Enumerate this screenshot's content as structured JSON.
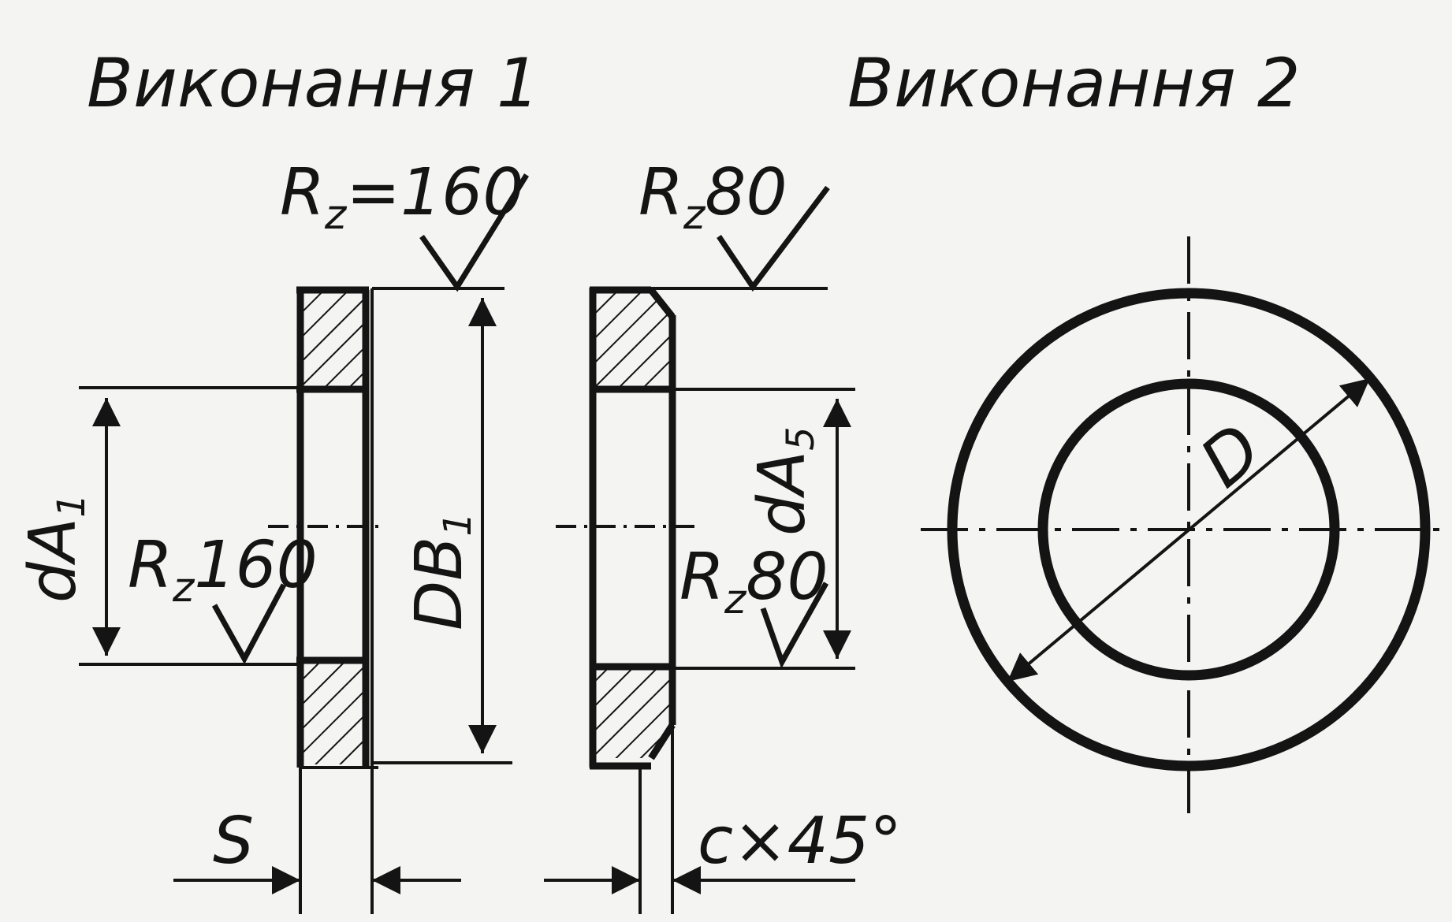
{
  "titles": {
    "variant_1": "Виконання 1",
    "variant_2": "Виконання 2"
  },
  "variant_1": {
    "roughness_top": {
      "symbol": "R",
      "sub": "z",
      "value": "=160"
    },
    "roughness_bore": {
      "symbol": "R",
      "sub": "z",
      "value": "160"
    },
    "bore_dim": {
      "base": "dA",
      "sub": "1"
    },
    "outer_dim": {
      "base": "DB",
      "sub": "1"
    },
    "thickness_dim": "S"
  },
  "variant_2": {
    "roughness_top": {
      "symbol": "R",
      "sub": "z",
      "value": "80"
    },
    "roughness_bore": {
      "symbol": "R",
      "sub": "z",
      "value": "80"
    },
    "bore_dim": {
      "base": "dA",
      "sub": "5"
    },
    "chamfer_dim": "c×45°"
  },
  "front_view": {
    "diameter_dim": "D"
  },
  "colors": {
    "ink": "#141414",
    "paper": "#f4f4f2"
  }
}
